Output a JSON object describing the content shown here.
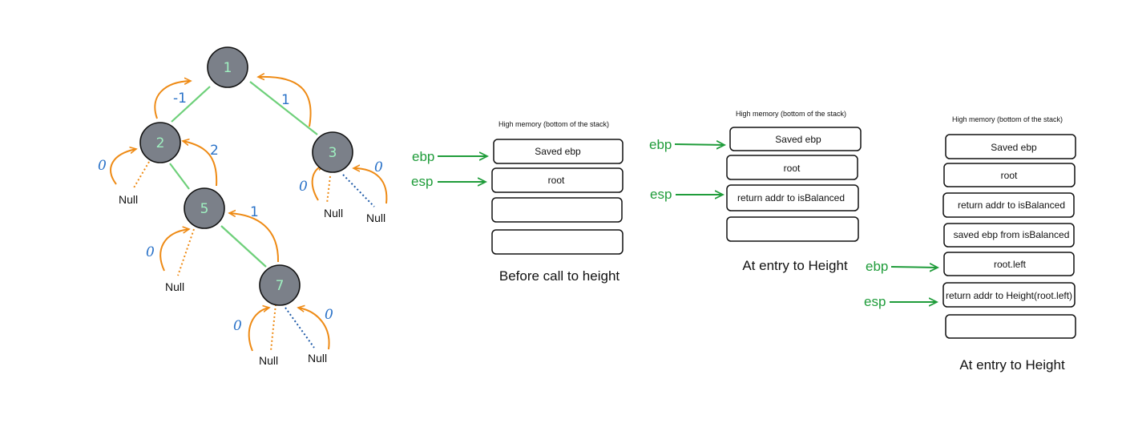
{
  "tree": {
    "nodes": [
      {
        "id": "1",
        "label": "1"
      },
      {
        "id": "2",
        "label": "2"
      },
      {
        "id": "3",
        "label": "3"
      },
      {
        "id": "5",
        "label": "5"
      },
      {
        "id": "7",
        "label": "7"
      }
    ],
    "null_label": "Null",
    "balance_labels": {
      "node2_to_1": "-1",
      "node3_to_1": "1",
      "node5_to_2": "2",
      "node7_to_5": "1"
    },
    "zero_label": "0"
  },
  "stacks": [
    {
      "high_memory_label": "High memory  (bottom of the stack)",
      "slots": [
        "Saved ebp",
        "root",
        "",
        ""
      ],
      "ebp_label": "ebp",
      "esp_label": "esp",
      "caption": "Before call to height"
    },
    {
      "high_memory_label": "High memory  (bottom of the stack)",
      "slots": [
        "Saved ebp",
        "root",
        "return addr to isBalanced",
        ""
      ],
      "ebp_label": "ebp",
      "esp_label": "esp",
      "caption": "At entry to Height"
    },
    {
      "high_memory_label": "High memory  (bottom of the stack)",
      "slots": [
        "Saved ebp",
        "root",
        "return addr to isBalanced",
        "saved ebp from isBalanced",
        "root.left",
        "return addr to Height(root.left)",
        ""
      ],
      "ebp_label": "ebp",
      "esp_label": "esp",
      "caption": "At entry to Height"
    }
  ],
  "colors": {
    "node_fill": "#7b8089",
    "node_stroke": "#111111",
    "node_label": "#9ff0c0",
    "edge": "#6ed07a",
    "orange": "#ee8a14",
    "blue": "#2a72c8",
    "dotted_blue": "#1e5aa8",
    "pointer_green": "#1f9c3a"
  }
}
